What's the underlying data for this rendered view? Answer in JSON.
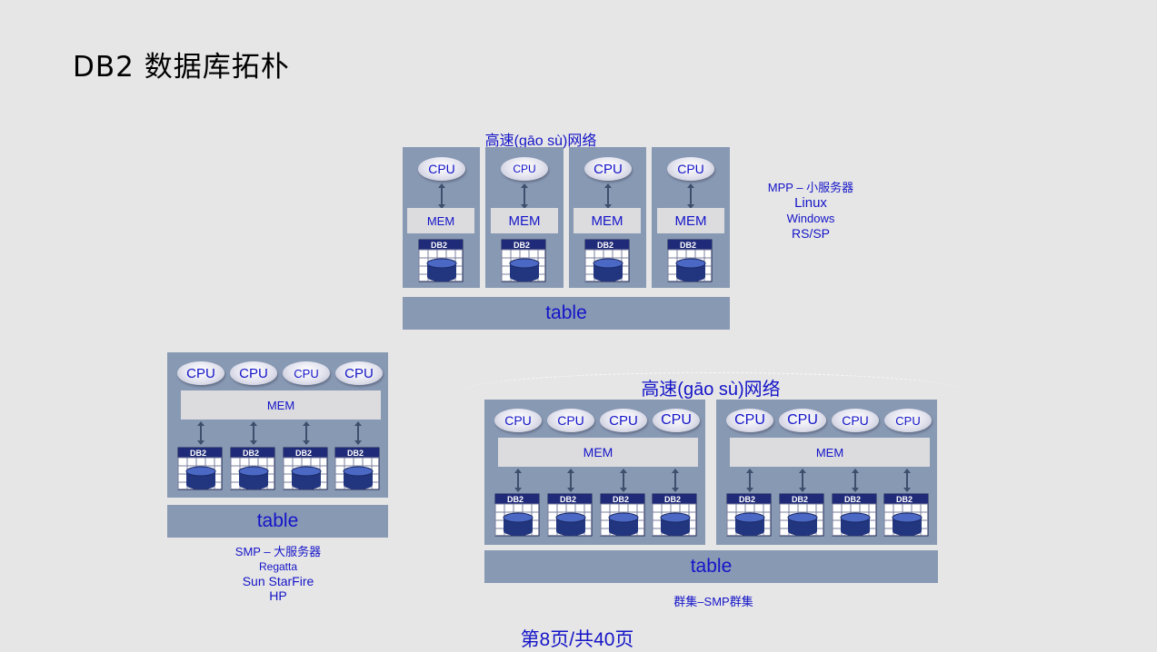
{
  "title": "DB2 数据库拓朴",
  "mpp": {
    "network_label": "高速(gāo sù)网络",
    "nodes": [
      {
        "cpu": "CPU",
        "mem": "MEM"
      },
      {
        "cpu": "CPU",
        "mem": "MEM"
      },
      {
        "cpu": "CPU",
        "mem": "MEM"
      },
      {
        "cpu": "CPU",
        "mem": "MEM"
      }
    ],
    "table_label": "table",
    "desc": [
      "MPP – 小服务器",
      "Linux",
      "Windows",
      "RS/SP"
    ]
  },
  "smp": {
    "cpus": [
      "CPU",
      "CPU",
      "CPU",
      "CPU"
    ],
    "mem": "MEM",
    "table_label": "table",
    "desc": [
      "SMP – 大服务器",
      "Regatta",
      "Sun StarFire",
      "HP"
    ]
  },
  "cluster": {
    "network_label": "高速(gāo sù)网络",
    "nodes": [
      {
        "cpus": [
          "CPU",
          "CPU",
          "CPU",
          "CPU"
        ],
        "mem": "MEM"
      },
      {
        "cpus": [
          "CPU",
          "CPU",
          "CPU",
          "CPU"
        ],
        "mem": "MEM"
      }
    ],
    "table_label": "table",
    "desc": "群集–SMP群集"
  },
  "db_icon_label": "DB2",
  "footer": "第8页/共40页",
  "colors": {
    "panel": "#8899b4",
    "text": "#1414c8",
    "background": "#e6e6e6"
  }
}
